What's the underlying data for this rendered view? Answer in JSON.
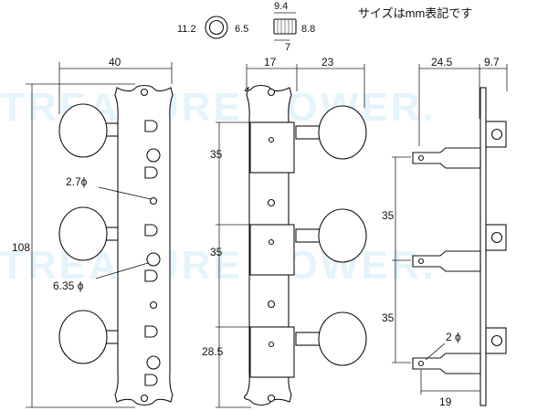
{
  "note": "サイズはmm表記です",
  "watermark": "TREASURE POWER.",
  "bushing": {
    "outer_d": "11.2",
    "inner_d": "6.5",
    "top_w": "9.4",
    "height": "8.8",
    "bottom_w": "7"
  },
  "front_view": {
    "width": "40",
    "length": "108",
    "small_hole": "2.7ϕ",
    "large_hole": "6.35 ϕ"
  },
  "side_view": {
    "plate_w": "17",
    "knob_reach": "23",
    "spacing_1": "35",
    "spacing_2": "35",
    "end_offset": "28.5"
  },
  "top_view": {
    "reach": "24.5",
    "bracket": "9.7",
    "spacing_1": "35",
    "spacing_2": "35",
    "shaft_d": "2 ϕ",
    "shaft_len": "19"
  }
}
